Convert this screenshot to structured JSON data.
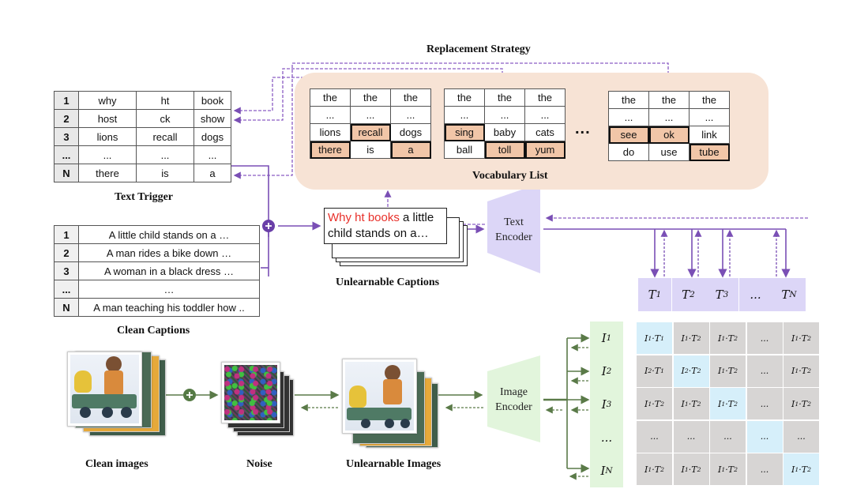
{
  "titles": {
    "replacement_strategy": "Replacement Strategy",
    "vocabulary_list": "Vocabulary List",
    "text_trigger": "Text Trigger",
    "clean_captions": "Clean Captions",
    "unlearnable_captions": "Unlearnable Captions",
    "clean_images": "Clean images",
    "noise": "Noise",
    "unlearnable_images": "Unlearnable Images"
  },
  "text_trigger": {
    "rows": [
      {
        "idx": "1",
        "words": [
          "why",
          "ht",
          "book"
        ]
      },
      {
        "idx": "2",
        "words": [
          "host",
          "ck",
          "show"
        ]
      },
      {
        "idx": "3",
        "words": [
          "lions",
          "recall",
          "dogs"
        ]
      },
      {
        "idx": "...",
        "words": [
          "...",
          "...",
          "..."
        ]
      },
      {
        "idx": "N",
        "words": [
          "there",
          "is",
          "a"
        ]
      }
    ]
  },
  "vocabulary_tables": [
    {
      "rows": [
        [
          "the",
          "the",
          "the"
        ],
        [
          "...",
          "...",
          "..."
        ],
        [
          "lions",
          "recall",
          "dogs"
        ],
        [
          "there",
          "is",
          "a"
        ]
      ]
    },
    {
      "rows": [
        [
          "the",
          "the",
          "the"
        ],
        [
          "...",
          "...",
          "..."
        ],
        [
          "sing",
          "baby",
          "cats"
        ],
        [
          "ball",
          "toll",
          "yum"
        ]
      ]
    },
    {
      "rows": [
        [
          "the",
          "the",
          "the"
        ],
        [
          "...",
          "...",
          "..."
        ],
        [
          "see",
          "ok",
          "link"
        ],
        [
          "do",
          "use",
          "tube"
        ]
      ]
    }
  ],
  "vocab_ellipsis": "...",
  "clean_captions": {
    "rows": [
      {
        "idx": "1",
        "text": "A little child stands on a …"
      },
      {
        "idx": "2",
        "text": "A man rides a bike down …"
      },
      {
        "idx": "3",
        "text": "A woman in a black dress …"
      },
      {
        "idx": "...",
        "text": "…"
      },
      {
        "idx": "N",
        "text": "A man teaching his toddler how .."
      }
    ]
  },
  "unlearnable_caption": {
    "trigger": "Why ht books",
    "rest_line1": " a little",
    "line2": "child stands on a…",
    "trigger_color": "#e8302a"
  },
  "encoders": {
    "text_line1": "Text",
    "text_line2": "Encoder",
    "image_line1": "Image",
    "image_line2": "Encoder"
  },
  "text_embeddings": [
    {
      "base": "T",
      "sub": "1"
    },
    {
      "base": "T",
      "sub": "2"
    },
    {
      "base": "T",
      "sub": "3"
    },
    {
      "base": "...",
      "sub": ""
    },
    {
      "base": "T",
      "sub": "N"
    }
  ],
  "image_embeddings": [
    {
      "base": "I",
      "sub": "1"
    },
    {
      "base": "I",
      "sub": "2"
    },
    {
      "base": "I",
      "sub": "3"
    },
    {
      "base": "...",
      "sub": ""
    },
    {
      "base": "I",
      "sub": "N"
    }
  ],
  "similarity_matrix": {
    "rows": [
      [
        {
          "i": "1",
          "t": "1",
          "diag": true
        },
        {
          "i": "1",
          "t": "2"
        },
        {
          "i": "1",
          "t": "2"
        },
        {
          "dots": true
        },
        {
          "i": "1",
          "t": "2"
        }
      ],
      [
        {
          "i": "2",
          "t": "1"
        },
        {
          "i": "2",
          "t": "2",
          "diag": true
        },
        {
          "i": "1",
          "t": "2"
        },
        {
          "dots": true
        },
        {
          "i": "1",
          "t": "2"
        }
      ],
      [
        {
          "i": "1",
          "t": "2"
        },
        {
          "i": "1",
          "t": "2"
        },
        {
          "i": "1",
          "t": "2",
          "diag": true
        },
        {
          "dots": true
        },
        {
          "i": "1",
          "t": "2"
        }
      ],
      [
        {
          "dots": true
        },
        {
          "dots": true
        },
        {
          "dots": true
        },
        {
          "dots": true,
          "diag": true
        },
        {
          "dots": true
        }
      ],
      [
        {
          "i": "1",
          "t": "2"
        },
        {
          "i": "1",
          "t": "2"
        },
        {
          "i": "1",
          "t": "2"
        },
        {
          "dots": true
        },
        {
          "i": "1",
          "t": "2",
          "diag": true
        }
      ]
    ]
  },
  "colors": {
    "purple_flow": "#7a4fb5",
    "green_flow": "#5a7a48",
    "vocab_bg": "#f7e3d5",
    "highlight": "#f1c6a8",
    "text_encoder": "#dcd6f7",
    "image_encoder": "#e2f5dc",
    "matrix_diag": "#d6effa",
    "matrix_off": "#d7d5d4"
  }
}
